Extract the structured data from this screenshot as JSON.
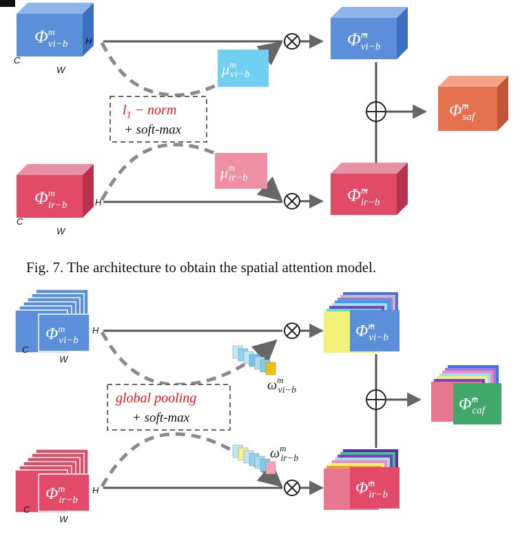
{
  "figure7": {
    "caption": "Fig. 7.   The architecture to obtain the spatial attention model.",
    "dims": {
      "c": "C",
      "w": "W",
      "h": "H"
    },
    "vi_input": {
      "sym": "Φ",
      "sup": "m",
      "sub": "vi−b"
    },
    "ir_input": {
      "sym": "Φ",
      "sup": "m",
      "sub": "ir−b"
    },
    "vi_weight": {
      "sym": "μ",
      "sup": "m",
      "sub": "vi−b"
    },
    "ir_weight": {
      "sym": "μ",
      "sup": "m",
      "sub": "ir−b"
    },
    "vi_output": {
      "sym": "Φ̃",
      "sup": "m",
      "sub": "vi−b"
    },
    "ir_output": {
      "sym": "Φ̃",
      "sup": "m",
      "sub": "ir−b"
    },
    "fused": {
      "sym": "Φ̃",
      "sup": "m",
      "sub": "saf"
    },
    "op_box": {
      "line1_var": "l",
      "line1_var_sub": "1",
      "line1_rest": " − norm",
      "line2": "+ soft-max"
    }
  },
  "figure8": {
    "dims": {
      "c": "C",
      "w": "W",
      "h": "H"
    },
    "vi_input": {
      "sym": "Φ",
      "sup": "m",
      "sub": "vi−b"
    },
    "ir_input": {
      "sym": "Φ",
      "sup": "m",
      "sub": "ir−b"
    },
    "vi_weight": {
      "sym": "ω",
      "sup": "m",
      "sub": "vi−b"
    },
    "ir_weight": {
      "sym": "ω",
      "sup": "m",
      "sub": "ir−b"
    },
    "vi_output": {
      "sym": "Φ̂",
      "sup": "m",
      "sub": "vi−b"
    },
    "ir_output": {
      "sym": "Φ̂",
      "sup": "m",
      "sub": "ir−b"
    },
    "fused": {
      "sym": "Φ̂",
      "sup": "m",
      "sub": "caf"
    },
    "op_box": {
      "line1": "global pooling",
      "line2": "+ soft-max"
    }
  },
  "colors": {
    "blue": "#5b8fd9",
    "red": "#e24b67",
    "orange": "#e4714f",
    "green": "#3fa86a",
    "light_blue": "#6fd0f2",
    "light_pink": "#ee8fa4",
    "operator_red": "#e8141c"
  }
}
